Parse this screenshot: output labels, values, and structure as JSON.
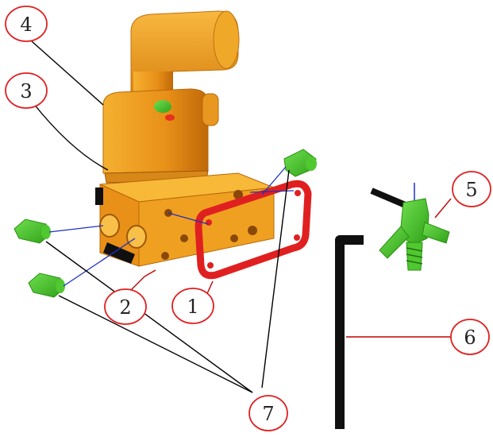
{
  "callouts": [
    {
      "id": "c1",
      "label": "1"
    },
    {
      "id": "c2",
      "label": "2"
    },
    {
      "id": "c3",
      "label": "3"
    },
    {
      "id": "c4",
      "label": "4"
    },
    {
      "id": "c5",
      "label": "5"
    },
    {
      "id": "c6",
      "label": "6"
    },
    {
      "id": "c7",
      "label": "7"
    }
  ],
  "colors": {
    "callout_circle": "#e02020",
    "callout_line": "#c00000",
    "leader_line": "#000000",
    "valve_body": "#f0a020",
    "gasket": "#e02020",
    "fitting": "#40c020",
    "wrench": "#101010",
    "connector_line": "#2030c0"
  }
}
